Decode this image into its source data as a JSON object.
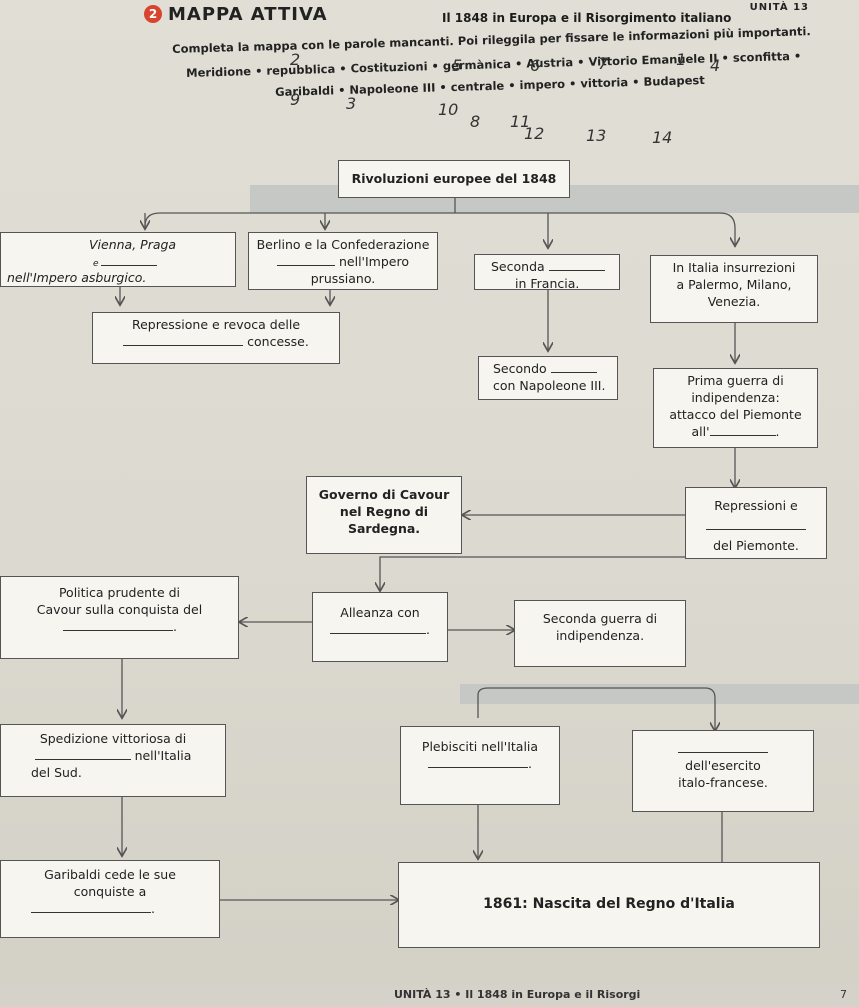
{
  "header": {
    "unit_tag": "UNITÀ 13",
    "badge_number": "2",
    "activity_title": "MAPPA ATTIVA",
    "subtitle": "Il 1848 in Europa e il Risorgimento italiano"
  },
  "instructions": {
    "text": "Completa la mappa con le parole mancanti. Poi rileggila per fissare le informazioni più importanti.",
    "word_bank_line1": "Meridione • repubblica • Costituzioni • germànica • Austria • Vittorio Emanuele II • sconfitta •",
    "word_bank_line2": "Garibaldi • Napoleone III • centrale • impero • vittoria • Budapest"
  },
  "handwritten_numbers": [
    "2",
    "5",
    "6",
    "7",
    "1",
    "4",
    "9",
    "3",
    "10",
    "8",
    "11",
    "12",
    "13",
    "14"
  ],
  "map": {
    "root": "Rivoluzioni europee del 1848",
    "vienna": {
      "line1": "Vienna, Praga",
      "line2": "e",
      "line3": "nell'Impero asburgico."
    },
    "berlino": {
      "line1": "Berlino e la Confederazione",
      "line2": "nell'Impero",
      "line3": "prussiano."
    },
    "seconda": {
      "line1": "Seconda",
      "line2": "in Francia."
    },
    "italia": {
      "line1": "In Italia insurrezioni",
      "line2": "a Palermo, Milano,",
      "line3": "Venezia."
    },
    "repressione": {
      "line1": "Repressione e revoca delle",
      "line2": "concesse."
    },
    "secondo": {
      "line1": "Secondo",
      "line2": "con Napoleone III."
    },
    "prima_guerra": {
      "line1": "Prima guerra di",
      "line2": "indipendenza:",
      "line3": "attacco del Piemonte",
      "line4": "all'",
      "line4_end": "."
    },
    "cavour_gov": {
      "line1": "Governo di Cavour",
      "line2": "nel Regno di",
      "line3": "Sardegna."
    },
    "repressioni": {
      "line1": "Repressioni e",
      "line2": "del Piemonte."
    },
    "politica": {
      "line1": "Politica prudente di",
      "line2": "Cavour sulla conquista del",
      "line3_end": "."
    },
    "alleanza": {
      "line1": "Alleanza con",
      "line2_end": "."
    },
    "seconda_guerra": {
      "line1": "Seconda guerra di",
      "line2": "indipendenza."
    },
    "spedizione": {
      "line1": "Spedizione vittoriosa di",
      "line2": "nell'Italia",
      "line3": "del Sud."
    },
    "plebisciti": {
      "line1": "Plebisciti nell'Italia",
      "line2_end": "."
    },
    "esercito": {
      "line2": "dell'esercito",
      "line3": "italo-francese."
    },
    "garibaldi": {
      "line1": "Garibaldi cede le sue",
      "line2": "conquiste a",
      "line3_end": "."
    },
    "nascita": "1861: Nascita del Regno d'Italia"
  },
  "footer": {
    "text": "UNITÀ 13 • Il 1848 in Europa e il Risorgi",
    "page": "7"
  }
}
